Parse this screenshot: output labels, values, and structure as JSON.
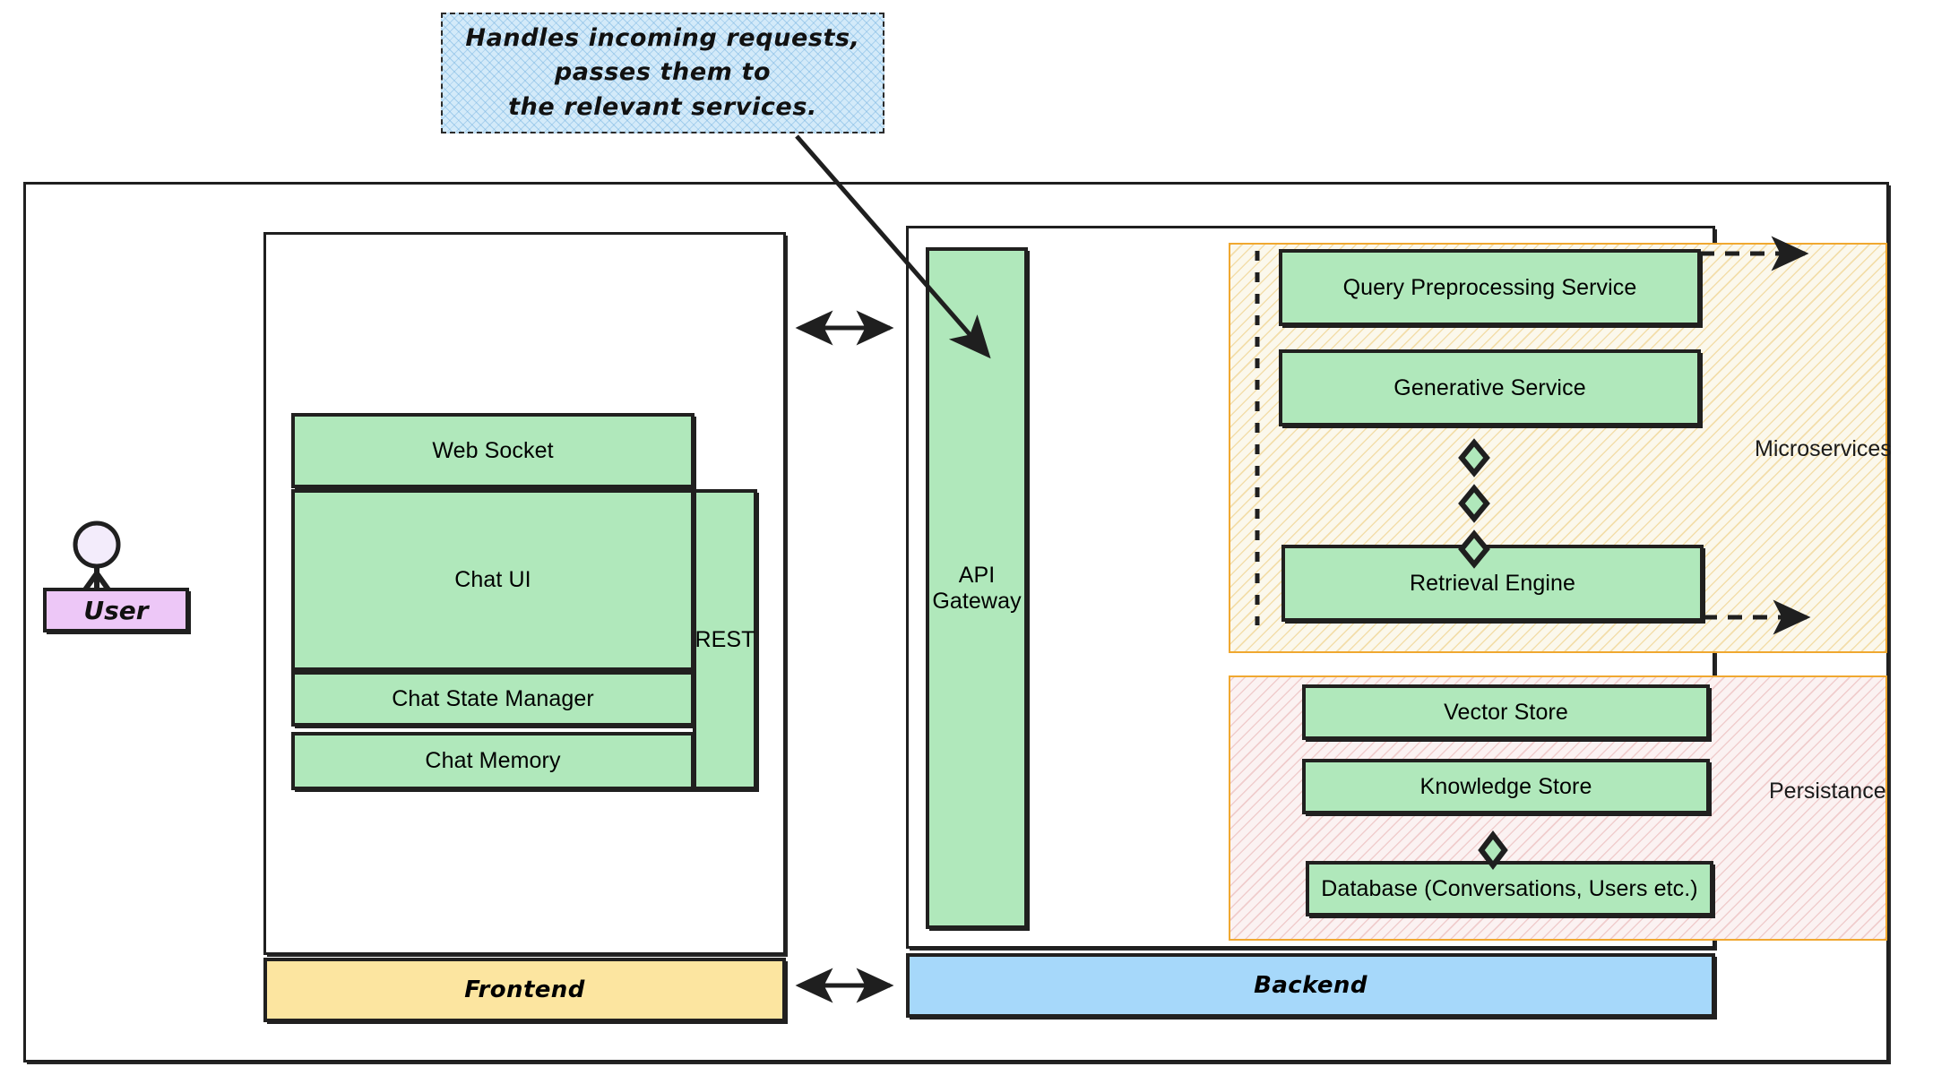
{
  "diagram": {
    "title": "Chat application architecture",
    "colors": {
      "node_fill": "#b0e8bb",
      "node_stroke": "#21201f",
      "frontend_bar": "#fce5a0",
      "backend_bar": "#a6d8fa",
      "actor_label": "#edc7f7",
      "note_fill": "#d3eaf9",
      "region_border": "#f0a830",
      "microservices_region": "#fbf8ec",
      "persistance_region": "#fbf2f2"
    }
  },
  "note": {
    "text": "Handles incoming requests, passes them to the relevant services.",
    "lines": [
      "Handles incoming requests,",
      "passes them to",
      "the relevant services."
    ]
  },
  "actor": {
    "label": "User"
  },
  "frontend": {
    "bar_label": "Frontend",
    "nodes": [
      {
        "id": "web-socket",
        "label": "Web Socket"
      },
      {
        "id": "chat-ui",
        "label": "Chat UI"
      },
      {
        "id": "chat-state-manager",
        "label": "Chat State Manager"
      },
      {
        "id": "chat-memory",
        "label": "Chat Memory"
      },
      {
        "id": "rest",
        "label": "REST"
      }
    ]
  },
  "backend": {
    "bar_label": "Backend",
    "gateway": {
      "id": "api-gateway",
      "label": "API\nGateway",
      "line1": "API",
      "line2": "Gateway"
    },
    "regions": [
      {
        "id": "microservices",
        "label": "Microservices",
        "nodes": [
          {
            "id": "query-preprocessing-service",
            "label": "Query Preprocessing Service"
          },
          {
            "id": "generative-service",
            "label": "Generative Service"
          },
          {
            "id": "retrieval-engine",
            "label": "Retrieval Engine"
          }
        ],
        "separator_count": 3
      },
      {
        "id": "persistance",
        "label": "Persistance",
        "nodes": [
          {
            "id": "vector-store",
            "label": "Vector Store"
          },
          {
            "id": "knowledge-store",
            "label": "Knowledge Store"
          },
          {
            "id": "database",
            "label": "Database (Conversations, Users etc.)"
          }
        ],
        "separator_count": 1
      }
    ]
  },
  "connectors": [
    {
      "id": "frontend-backend-top",
      "kind": "bidirectional-arrow"
    },
    {
      "id": "frontend-backend-bottom",
      "kind": "bidirectional-arrow"
    },
    {
      "id": "note-to-api-gateway",
      "kind": "arrow"
    },
    {
      "id": "query-preprocessing-out",
      "kind": "dashed-arrow"
    },
    {
      "id": "retrieval-engine-out",
      "kind": "dashed-arrow"
    }
  ]
}
